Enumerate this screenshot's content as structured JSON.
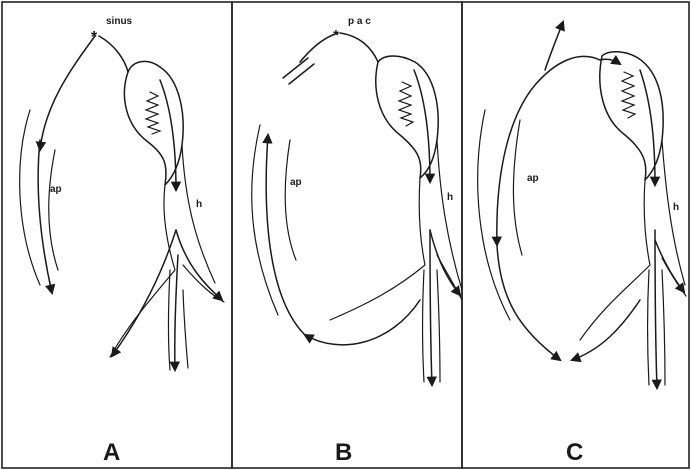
{
  "panels": [
    {
      "letter": "A",
      "origin_label": "sinus",
      "ap_label": "ap",
      "h_label": "h"
    },
    {
      "letter": "B",
      "origin_label": "p a c",
      "ap_label": "ap",
      "h_label": "h"
    },
    {
      "letter": "C",
      "origin_label": "",
      "ap_label": "ap",
      "h_label": "h"
    }
  ]
}
